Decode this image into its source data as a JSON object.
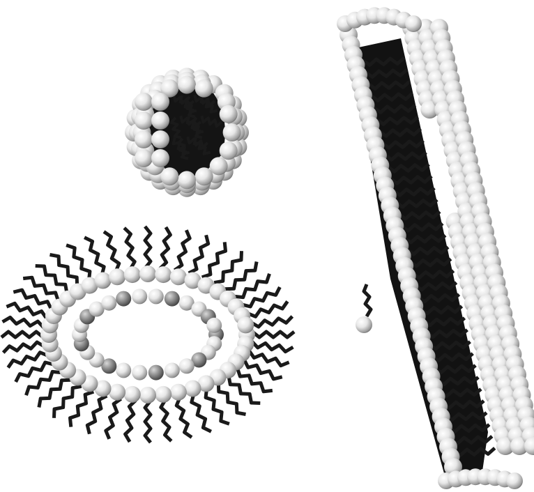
{
  "figure": {
    "structures": [
      {
        "kind": "spherical-micelle",
        "label": ""
      },
      {
        "kind": "cylindrical-micelle",
        "label": ""
      },
      {
        "kind": "reverse-vesicle-ring",
        "label": ""
      },
      {
        "kind": "single-surfactant-molecule",
        "label": ""
      }
    ],
    "palette": {
      "background": "#ffffff",
      "headgroup_light": "#f4f4f4",
      "headgroup_mid": "#c8c8c8",
      "headgroup_dark": "#7a7a7a",
      "tail": "#1a1a1a",
      "core": "#111111"
    }
  }
}
